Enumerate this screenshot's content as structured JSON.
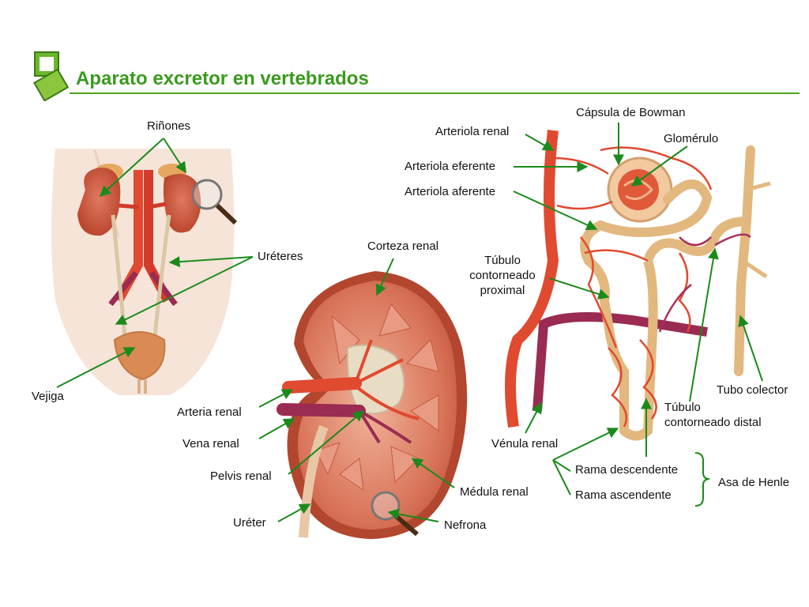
{
  "title": "Aparato excretor en vertebrados",
  "colors": {
    "accent": "#3a9a1e",
    "arrow": "#1b8a1b",
    "artery": "#e0442e",
    "vein": "#9c2a55",
    "tubule": "#d9b07a"
  },
  "labels": {
    "rinones": "Riñones",
    "ureteres": "Uréteres",
    "vejiga": "Vejiga",
    "corteza": "Corteza renal",
    "arteria": "Arteria renal",
    "vena": "Vena renal",
    "pelvis": "Pelvis renal",
    "ureter": "Uréter",
    "medula": "Médula renal",
    "nefrona": "Nefrona",
    "capsula": "Cápsula de Bowman",
    "arteriola_renal": "Arteriola renal",
    "glomerulo": "Glomérulo",
    "eferente": "Arteriola eferente",
    "aferente": "Arteriola aferente",
    "tubulo_prox_1": "Túbulo",
    "tubulo_prox_2": "contorneado",
    "tubulo_prox_3": "proximal",
    "tubo_colector": "Tubo colector",
    "tubulo_dist_1": "Túbulo",
    "tubulo_dist_2": "contorneado distal",
    "venula": "Vénula renal",
    "rama_desc": "Rama descendente",
    "rama_asc": "Rama ascendente",
    "asa": "Asa de Henle"
  }
}
